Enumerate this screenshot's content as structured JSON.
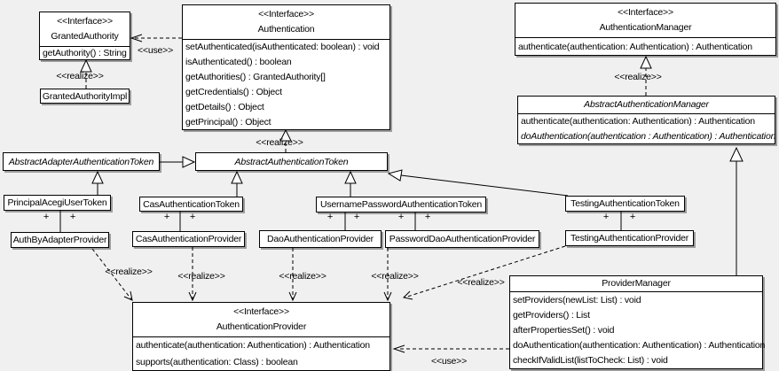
{
  "classes": {
    "granted_authority": {
      "stereotype": "<<Interface>>",
      "name": "GrantedAuthority",
      "methods": [
        "getAuthority() : String"
      ]
    },
    "granted_authority_impl": {
      "name": "GrantedAuthorityImpl"
    },
    "authentication": {
      "stereotype": "<<Interface>>",
      "name": "Authentication",
      "methods": [
        "setAuthenticated(isAuthenticated: boolean) : void",
        "isAuthenticated() : boolean",
        "getAuthorities() : GrantedAuthority[]",
        "getCredentials() : Object",
        "getDetails() : Object",
        "getPrincipal() : Object"
      ]
    },
    "authentication_manager": {
      "stereotype": "<<Interface>>",
      "name": "AuthenticationManager",
      "methods": [
        "authenticate(authentication: Authentication) : Authentication"
      ]
    },
    "abstract_authentication_manager": {
      "name": "AbstractAuthenticationManager",
      "methods": [
        "authenticate(authentication: Authentication) : Authentication",
        "doAuthentication(authentication : Authentication) : Authentication"
      ]
    },
    "abstract_adapter_authentication_token": {
      "name": "AbstractAdapterAuthenticationToken"
    },
    "abstract_authentication_token": {
      "name": "AbstractAuthenticationToken"
    },
    "principal_acegi_user_token": {
      "name": "PrincipalAcegiUserToken"
    },
    "cas_authentication_token": {
      "name": "CasAuthenticationToken"
    },
    "username_password_authentication_token": {
      "name": "UsernamePasswordAuthenticationToken"
    },
    "testing_authentication_token": {
      "name": "TestingAuthenticationToken"
    },
    "auth_by_adapter_provider": {
      "name": "AuthByAdapterProvider"
    },
    "cas_authentication_provider": {
      "name": "CasAuthenticationProvider"
    },
    "dao_authentication_provider": {
      "name": "DaoAuthenticationProvider"
    },
    "password_dao_authentication_provider": {
      "name": "PasswordDaoAuthenticationProvider"
    },
    "testing_authentication_provider": {
      "name": "TestingAuthenticationProvider"
    },
    "authentication_provider": {
      "stereotype": "<<Interface>>",
      "name": "AuthenticationProvider",
      "methods": [
        "authenticate(authentication: Authentication) : Authentication",
        "supports(authentication: Class) : boolean"
      ]
    },
    "provider_manager": {
      "name": "ProviderManager",
      "methods": [
        "setProviders(newList: List) : void",
        "getProviders() : List",
        "afterPropertiesSet() : void",
        "doAuthentication(authentication: Authentication) : Authentication",
        "checkIfValidList(listToCheck: List) : void"
      ]
    }
  },
  "edge_labels": {
    "use": "<<use>>",
    "realize": "<<realize>>"
  },
  "multiplicity": "+",
  "colors": {
    "background": "#f0f0f0",
    "box_fill": "#ffffff",
    "line": "#000000",
    "shadow": "#9c9c9c"
  }
}
